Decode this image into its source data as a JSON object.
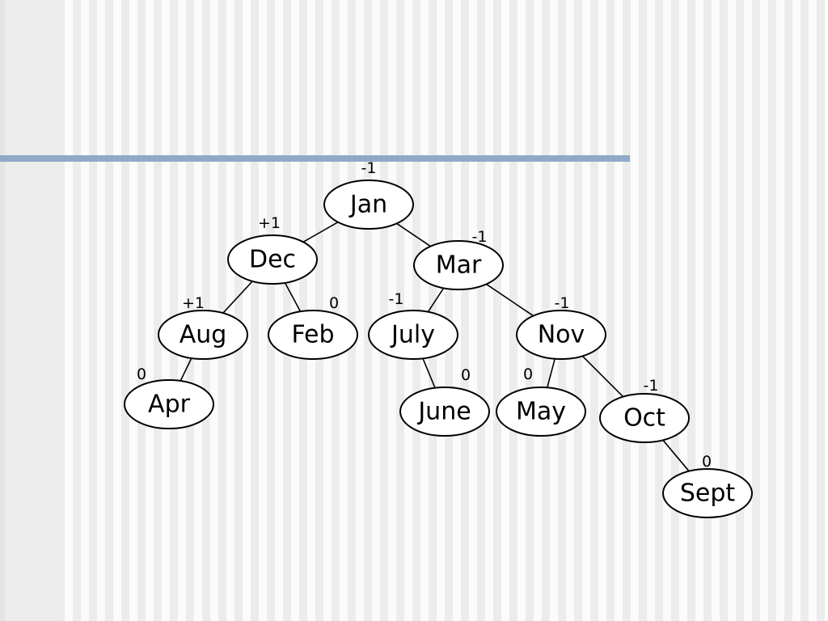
{
  "diagram": {
    "accent_bar_color": "#8eaac8",
    "nodes": [
      {
        "id": "jan",
        "label": "Jan",
        "balance": "-1"
      },
      {
        "id": "dec",
        "label": "Dec",
        "balance": "+1"
      },
      {
        "id": "mar",
        "label": "Mar",
        "balance": "-1"
      },
      {
        "id": "aug",
        "label": "Aug",
        "balance": "+1"
      },
      {
        "id": "feb",
        "label": "Feb",
        "balance": "0"
      },
      {
        "id": "july",
        "label": "July",
        "balance": "-1"
      },
      {
        "id": "nov",
        "label": "Nov",
        "balance": "-1"
      },
      {
        "id": "apr",
        "label": "Apr",
        "balance": "0"
      },
      {
        "id": "june",
        "label": "June",
        "balance": "0"
      },
      {
        "id": "may",
        "label": "May",
        "balance": "0"
      },
      {
        "id": "oct",
        "label": "Oct",
        "balance": "-1"
      },
      {
        "id": "sept",
        "label": "Sept",
        "balance": "0"
      }
    ],
    "edges": [
      {
        "from": "jan",
        "to": "dec"
      },
      {
        "from": "jan",
        "to": "mar"
      },
      {
        "from": "dec",
        "to": "aug"
      },
      {
        "from": "dec",
        "to": "feb"
      },
      {
        "from": "mar",
        "to": "july"
      },
      {
        "from": "mar",
        "to": "nov"
      },
      {
        "from": "aug",
        "to": "apr"
      },
      {
        "from": "july",
        "to": "june"
      },
      {
        "from": "nov",
        "to": "may"
      },
      {
        "from": "nov",
        "to": "oct"
      },
      {
        "from": "oct",
        "to": "sept"
      }
    ]
  }
}
